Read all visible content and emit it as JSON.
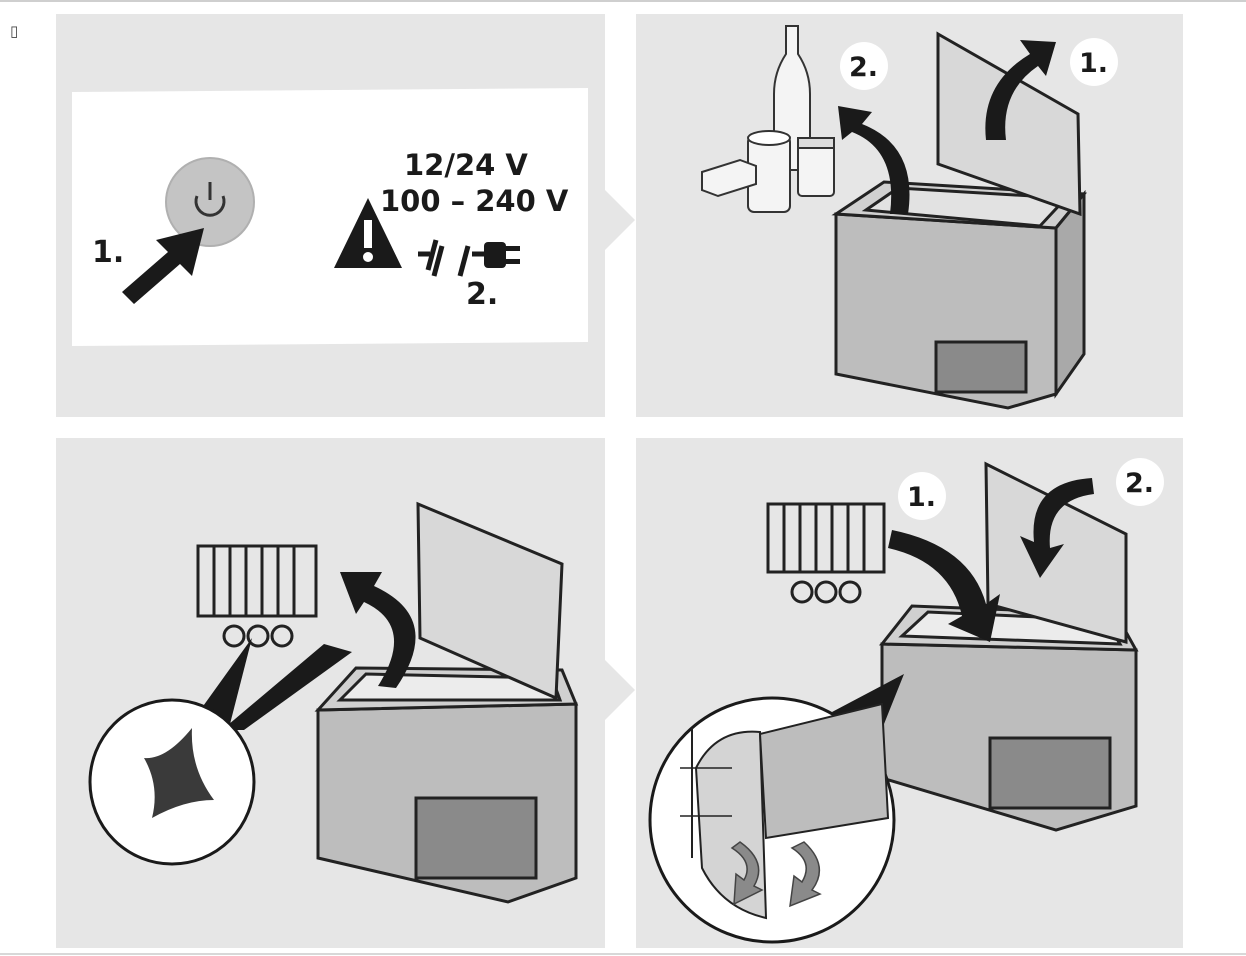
{
  "header": {
    "corner_glyph": "▯"
  },
  "panel1": {
    "step1": "1.",
    "step2": "2.",
    "voltage_dc": "12/24 V",
    "voltage_ac": "100 – 240 V"
  },
  "panel2": {
    "step1": "1.",
    "step2": "2."
  },
  "panel4": {
    "step1": "1.",
    "step2": "2."
  },
  "icons": [
    "power-icon",
    "warning-icon",
    "plug-icon",
    "bottle-icon",
    "basket-icon",
    "cloth-icon",
    "cooler-box-icon"
  ],
  "colors": {
    "panel_bg": "#e6e6e6",
    "ink": "#1a1a1a",
    "white": "#ffffff",
    "box_grey": "#bdbdbd"
  }
}
